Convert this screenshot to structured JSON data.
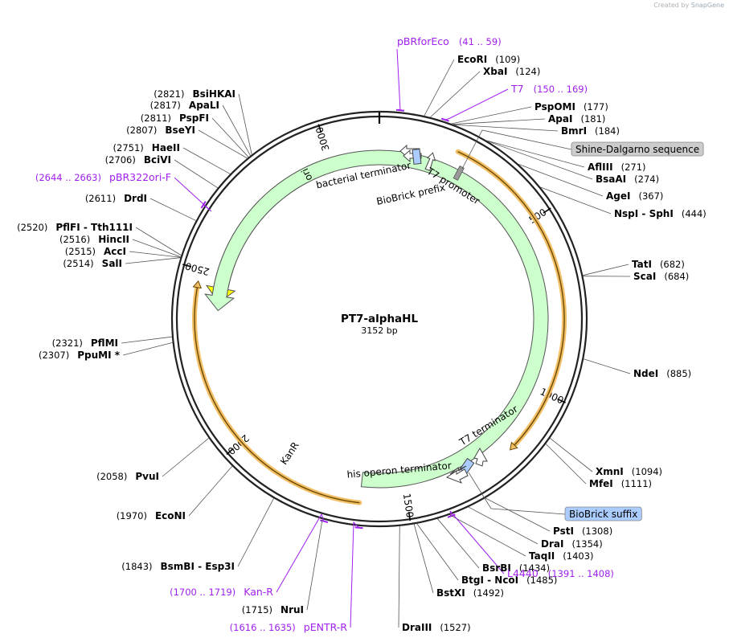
{
  "watermark": {
    "prefix": "Created by",
    "brand": "SnapGene"
  },
  "plasmid": {
    "name": "PT7-alphaHL",
    "size_label": "3152 bp",
    "length": 3152
  },
  "colors": {
    "enzyme_line": "#555555",
    "primer": "#a020f0",
    "backbone": "#222222",
    "ori": "#ffff00",
    "kanr": "#ccffcc",
    "orf": "#f2bf66",
    "sd_box": "#cccccc",
    "bb_box": "#aaccff"
  },
  "ticks": [
    {
      "pos": 500,
      "label": "500"
    },
    {
      "pos": 1000,
      "label": "1000"
    },
    {
      "pos": 1500,
      "label": "1500"
    },
    {
      "pos": 2000,
      "label": "2000"
    },
    {
      "pos": 2500,
      "label": "2500"
    },
    {
      "pos": 3000,
      "label": "3000"
    }
  ],
  "enzymes_right": [
    {
      "name": "EcoRI",
      "pos": 109,
      "pos_label": "(109)"
    },
    {
      "name": "XbaI",
      "pos": 124,
      "pos_label": "(124)"
    },
    {
      "name": "PspOMI",
      "pos": 177,
      "pos_label": "(177)"
    },
    {
      "name": "ApaI",
      "pos": 181,
      "pos_label": "(181)"
    },
    {
      "name": "BmrI",
      "pos": 184,
      "pos_label": "(184)"
    },
    {
      "name": "AflIII",
      "pos": 271,
      "pos_label": "(271)"
    },
    {
      "name": "BsaAI",
      "pos": 274,
      "pos_label": "(274)"
    },
    {
      "name": "AgeI",
      "pos": 367,
      "pos_label": "(367)"
    },
    {
      "name": "NspI  -  SphI",
      "pos": 444,
      "pos_label": "(444)"
    },
    {
      "name": "TatI",
      "pos": 682,
      "pos_label": "(682)"
    },
    {
      "name": "ScaI",
      "pos": 684,
      "pos_label": "(684)"
    },
    {
      "name": "NdeI",
      "pos": 885,
      "pos_label": "(885)"
    },
    {
      "name": "XmnI",
      "pos": 1094,
      "pos_label": "(1094)"
    },
    {
      "name": "MfeI",
      "pos": 1111,
      "pos_label": "(1111)"
    },
    {
      "name": "PstI",
      "pos": 1308,
      "pos_label": "(1308)"
    },
    {
      "name": "DraI",
      "pos": 1354,
      "pos_label": "(1354)"
    },
    {
      "name": "TaqII",
      "pos": 1403,
      "pos_label": "(1403)"
    },
    {
      "name": "BsrBI",
      "pos": 1434,
      "pos_label": "(1434)"
    },
    {
      "name": "BtgI  -  NcoI",
      "pos": 1485,
      "pos_label": "(1485)"
    },
    {
      "name": "BstXI",
      "pos": 1492,
      "pos_label": "(1492)"
    },
    {
      "name": "DraIII",
      "pos": 1527,
      "pos_label": "(1527)"
    }
  ],
  "enzymes_left": [
    {
      "name": "BsiHKAI",
      "pos": 2821,
      "pos_label": "(2821)"
    },
    {
      "name": "ApaLI",
      "pos": 2817,
      "pos_label": "(2817)"
    },
    {
      "name": "PspFI",
      "pos": 2811,
      "pos_label": "(2811)"
    },
    {
      "name": "BseYI",
      "pos": 2807,
      "pos_label": "(2807)"
    },
    {
      "name": "HaeII",
      "pos": 2751,
      "pos_label": "(2751)"
    },
    {
      "name": "BciVI",
      "pos": 2706,
      "pos_label": "(2706)"
    },
    {
      "name": "DrdI",
      "pos": 2611,
      "pos_label": "(2611)"
    },
    {
      "name": "PflFI  -  Tth111I",
      "pos": 2520,
      "pos_label": "(2520)"
    },
    {
      "name": "HincII",
      "pos": 2516,
      "pos_label": "(2516)"
    },
    {
      "name": "AccI",
      "pos": 2515,
      "pos_label": "(2515)"
    },
    {
      "name": "SalI",
      "pos": 2514,
      "pos_label": "(2514)"
    },
    {
      "name": "PflMI",
      "pos": 2321,
      "pos_label": "(2321)"
    },
    {
      "name": "PpuMI *",
      "pos": 2307,
      "pos_label": "(2307)"
    },
    {
      "name": "PvuI",
      "pos": 2058,
      "pos_label": "(2058)"
    },
    {
      "name": "EcoNI",
      "pos": 1970,
      "pos_label": "(1970)"
    },
    {
      "name": "BsmBI  -  Esp3I",
      "pos": 1843,
      "pos_label": "(1843)"
    },
    {
      "name": "NruI",
      "pos": 1715,
      "pos_label": "(1715)"
    }
  ],
  "primers": [
    {
      "name": "pBRforEco",
      "range": "(41 .. 59)",
      "pos": 50
    },
    {
      "name": "T7",
      "range": "(150 .. 169)",
      "pos": 160
    },
    {
      "name": "L4440",
      "range": "(1391 .. 1408)",
      "pos": 1400
    },
    {
      "name": "pENTR-R",
      "range": "(1616 .. 1635)",
      "pos": 1625
    },
    {
      "name": "Kan-R",
      "range": "(1700 .. 1719)",
      "pos": 1710
    },
    {
      "name": "pBR322ori-F",
      "range": "(2644 .. 2663)",
      "pos": 2653
    }
  ],
  "boxed_features": [
    {
      "name": "Shine-Dalgarno sequence",
      "pos": 210
    },
    {
      "name": "BioBrick suffix",
      "pos": 1290
    }
  ],
  "features": [
    {
      "name": "ori",
      "start": 2410,
      "end": 3000
    },
    {
      "name": "KanR",
      "start": 1630,
      "end": 2440
    },
    {
      "name": "bacterial terminator",
      "pos": 3090
    },
    {
      "name": "BioBrick prefix",
      "pos": 3115
    },
    {
      "name": "T7 promoter",
      "pos": 130
    },
    {
      "name": "T7 terminator",
      "pos": 1210
    },
    {
      "name": "his operon terminator",
      "pos": 1262
    }
  ]
}
